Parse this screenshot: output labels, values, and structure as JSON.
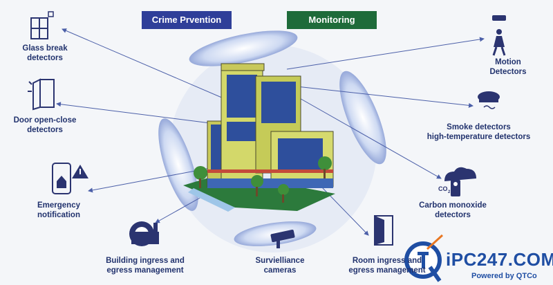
{
  "banners": {
    "left": "Crime Prvention",
    "right": "Monitoring"
  },
  "labels": {
    "glass_break": "Glass break\ndetectors",
    "door": "Door open-close\ndetectors",
    "emergency": "Emergency\nnotification",
    "building": "Building ingress and\negress management",
    "surveillance": "Survielliance\ncameras",
    "room": "Room ingress and\negress management",
    "motion": "Motion\nDetectors",
    "smoke": "Smoke detectors\nhigh-temperature detectors",
    "carbon": "Carbon monoxide\ndetectors"
  },
  "brand": {
    "name": "iPC247.COM",
    "tagline": "Powered by QTCo"
  },
  "colors": {
    "banner_blue": "#2f3f99",
    "banner_green": "#1e6b3a",
    "label_text": "#22336e",
    "brand_blue": "#1f4ea3",
    "brand_orange": "#e87722"
  }
}
